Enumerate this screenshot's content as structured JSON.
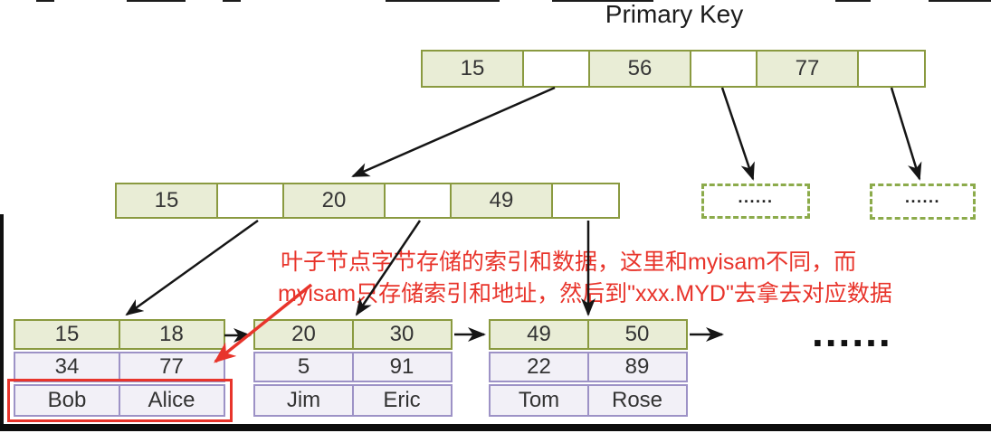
{
  "title": "Primary Key",
  "palette": {
    "node_fill": "#e9edd6",
    "node_border": "#8a9a40",
    "leaf_row_fill": "#f2f0f7",
    "leaf_row_border": "#9d92c6",
    "highlight_red": "#e8342b",
    "arrow_black": "#151515"
  },
  "tree": {
    "root": {
      "cells": [
        "15",
        "",
        "56",
        "",
        "77",
        ""
      ]
    },
    "internal": {
      "cells": [
        "15",
        "",
        "20",
        "",
        "49",
        ""
      ]
    },
    "dashed_boxes": [
      {
        "dots": "......"
      },
      {
        "dots": "......"
      }
    ],
    "leaf_pages": [
      {
        "rows": [
          [
            "15",
            "18"
          ],
          [
            "34",
            "77"
          ],
          [
            "Bob",
            "Alice"
          ]
        ]
      },
      {
        "rows": [
          [
            "20",
            "30"
          ],
          [
            "5",
            "91"
          ],
          [
            "Jim",
            "Eric"
          ]
        ]
      },
      {
        "rows": [
          [
            "49",
            "50"
          ],
          [
            "22",
            "89"
          ],
          [
            "Tom",
            "Rose"
          ]
        ]
      }
    ],
    "more_pages_ellipsis": "......"
  },
  "annotation": {
    "line1": "叶子节点字节存储的索引和数据，这里和myisam不同，而",
    "line2": "myisam只存储索引和地址，然后到\"xxx.MYD\"去拿去对应数据"
  }
}
